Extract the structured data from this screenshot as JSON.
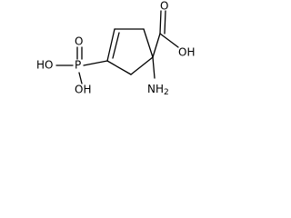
{
  "structure": {
    "labels": {
      "carboxyl_oh": "OH",
      "carbonyl_o": "O",
      "amino": "NH",
      "amino_subscript": "2",
      "phosphorus": "P",
      "phosphoryl_o": "O",
      "p_oh_left": "HO",
      "p_oh_right": "OH"
    }
  }
}
